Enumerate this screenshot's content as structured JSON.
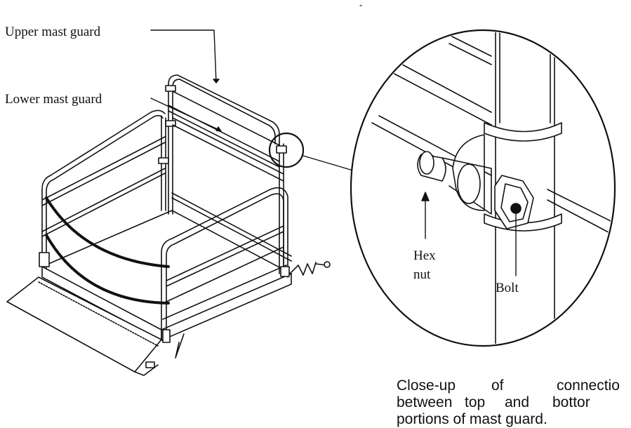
{
  "labels": {
    "upper_mast_guard": "Upper mast guard",
    "lower_mast_guard": "Lower mast guard",
    "hex_nut_line1": "Hex",
    "hex_nut_line2": "nut",
    "bolt": "Bolt"
  },
  "caption": {
    "line1_a": "Close-up",
    "line1_b": "of",
    "line1_c": "connectio",
    "line2_a": "between",
    "line2_b": "top",
    "line2_c": "and",
    "line2_d": "bottor",
    "line3": "portions of mast guard."
  }
}
